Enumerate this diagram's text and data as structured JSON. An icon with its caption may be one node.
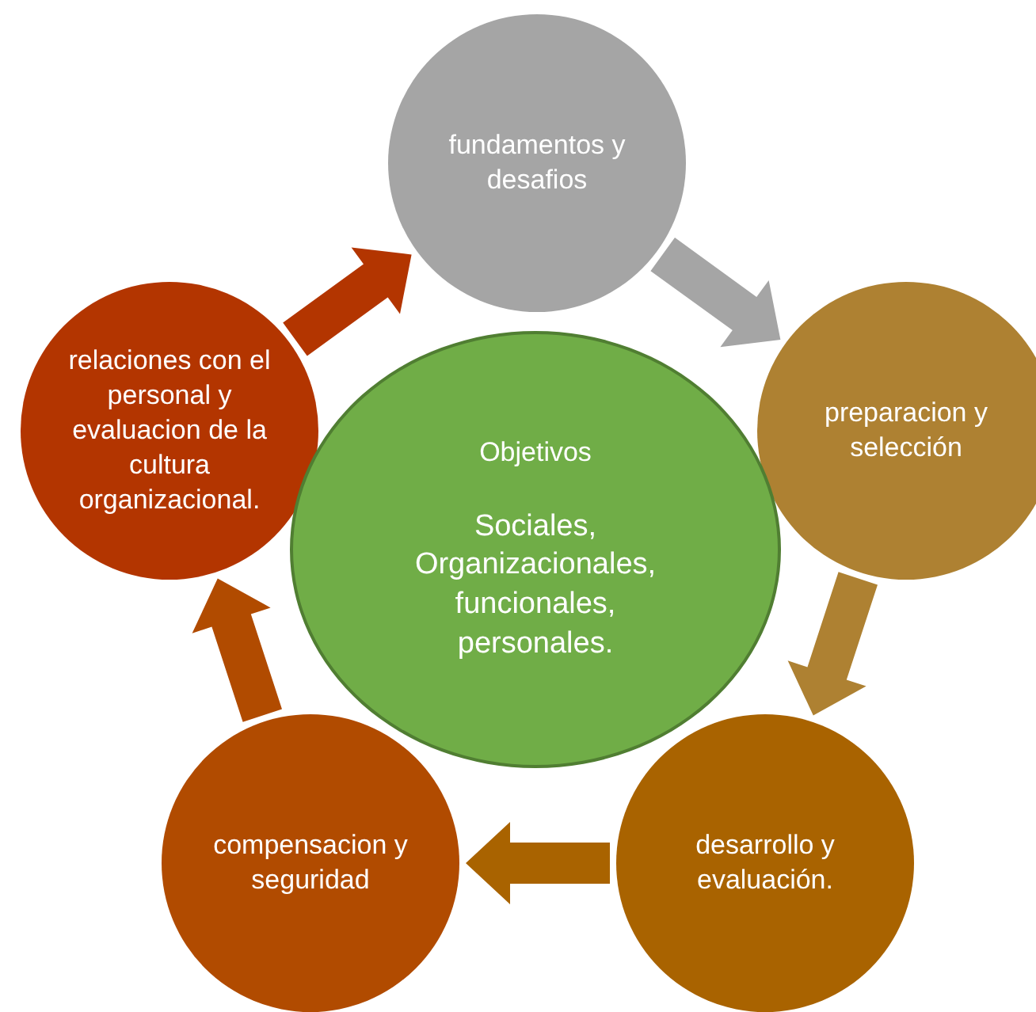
{
  "diagram": {
    "nodes": [
      {
        "text": [
          "fundamentos y desafios"
        ]
      },
      {
        "text": [
          "preparacion y selección"
        ]
      },
      {
        "text": [
          "desarrollo y evaluación."
        ]
      },
      {
        "text": [
          "compensacion y seguridad"
        ]
      },
      {
        "text": [
          "relaciones con el personal y evaluacion de la cultura organizacional."
        ]
      },
      {
        "text": [
          "Objetivos",
          "Sociales, Organizacionales, funcionales, personales."
        ]
      }
    ],
    "edges": [
      {
        "from": 0,
        "to": 1,
        "arrow": "to",
        "style": "thick",
        "color": "#a5a5a5"
      },
      {
        "from": 1,
        "to": 2,
        "arrow": "to",
        "style": "thick",
        "color": "#ae8132"
      },
      {
        "from": 2,
        "to": 3,
        "arrow": "to",
        "style": "thick",
        "color": "#a96300"
      },
      {
        "from": 3,
        "to": 4,
        "arrow": "to",
        "style": "thick",
        "color": "#b14b00"
      },
      {
        "from": 4,
        "to": 0,
        "arrow": "to",
        "style": "thick",
        "color": "#b33500"
      }
    ]
  }
}
